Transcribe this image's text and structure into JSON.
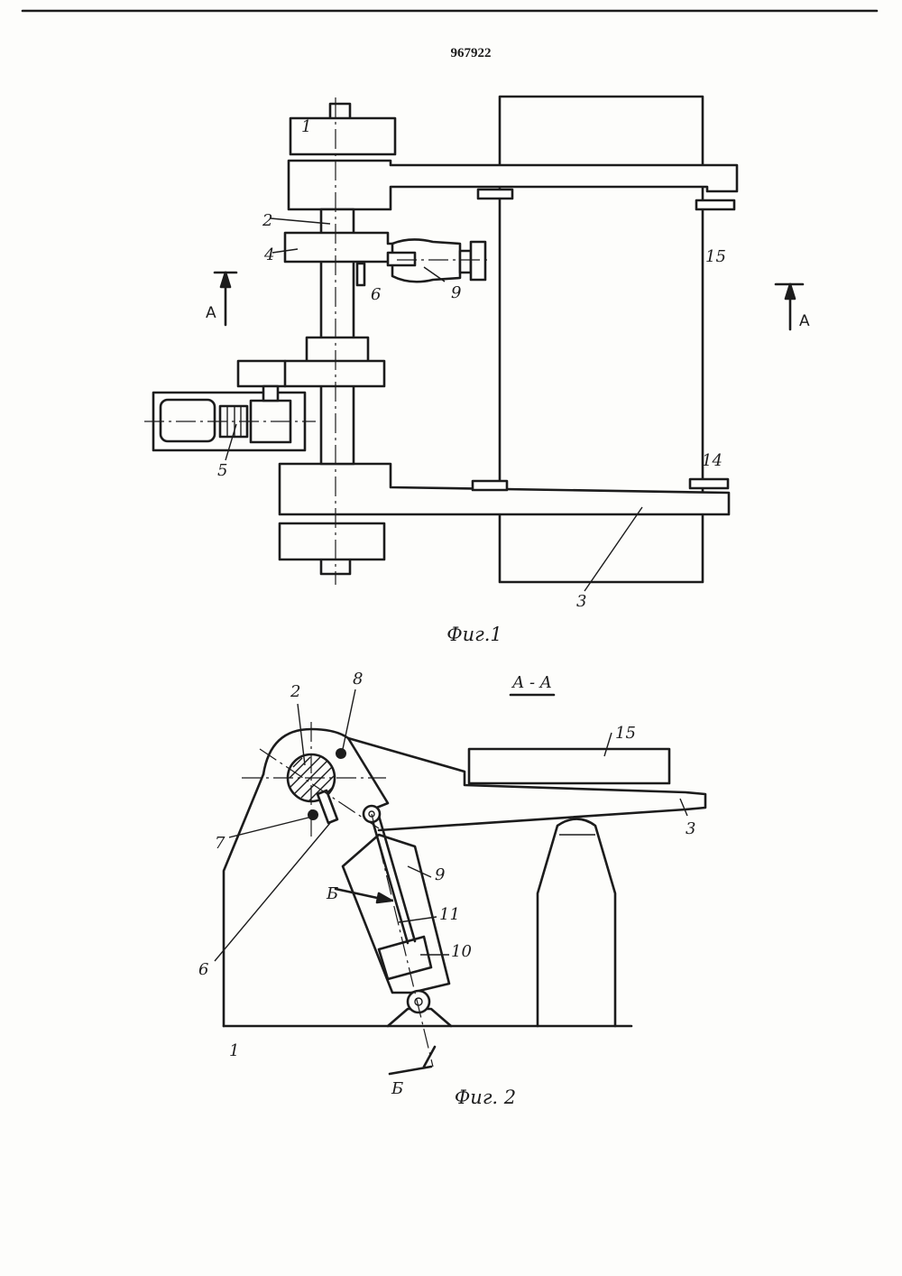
{
  "document": {
    "patent_number": "967922"
  },
  "figure1": {
    "caption": "Фиг.1",
    "section_marker_left": "A",
    "section_marker_right": "A",
    "labels": {
      "l1": "1",
      "l2": "2",
      "l3": "3",
      "l4": "4",
      "l5": "5",
      "l6": "6",
      "l9": "9",
      "l14": "14",
      "l15": "15"
    }
  },
  "figure2": {
    "caption": "Фиг. 2",
    "section_title": "A - A",
    "cut_marker_upper": "Б",
    "cut_marker_lower": "Б",
    "labels": {
      "l1": "1",
      "l2": "2",
      "l3": "3",
      "l6": "6",
      "l7": "7",
      "l8": "8",
      "l9": "9",
      "l10": "10",
      "l11": "11",
      "l15": "15"
    }
  }
}
